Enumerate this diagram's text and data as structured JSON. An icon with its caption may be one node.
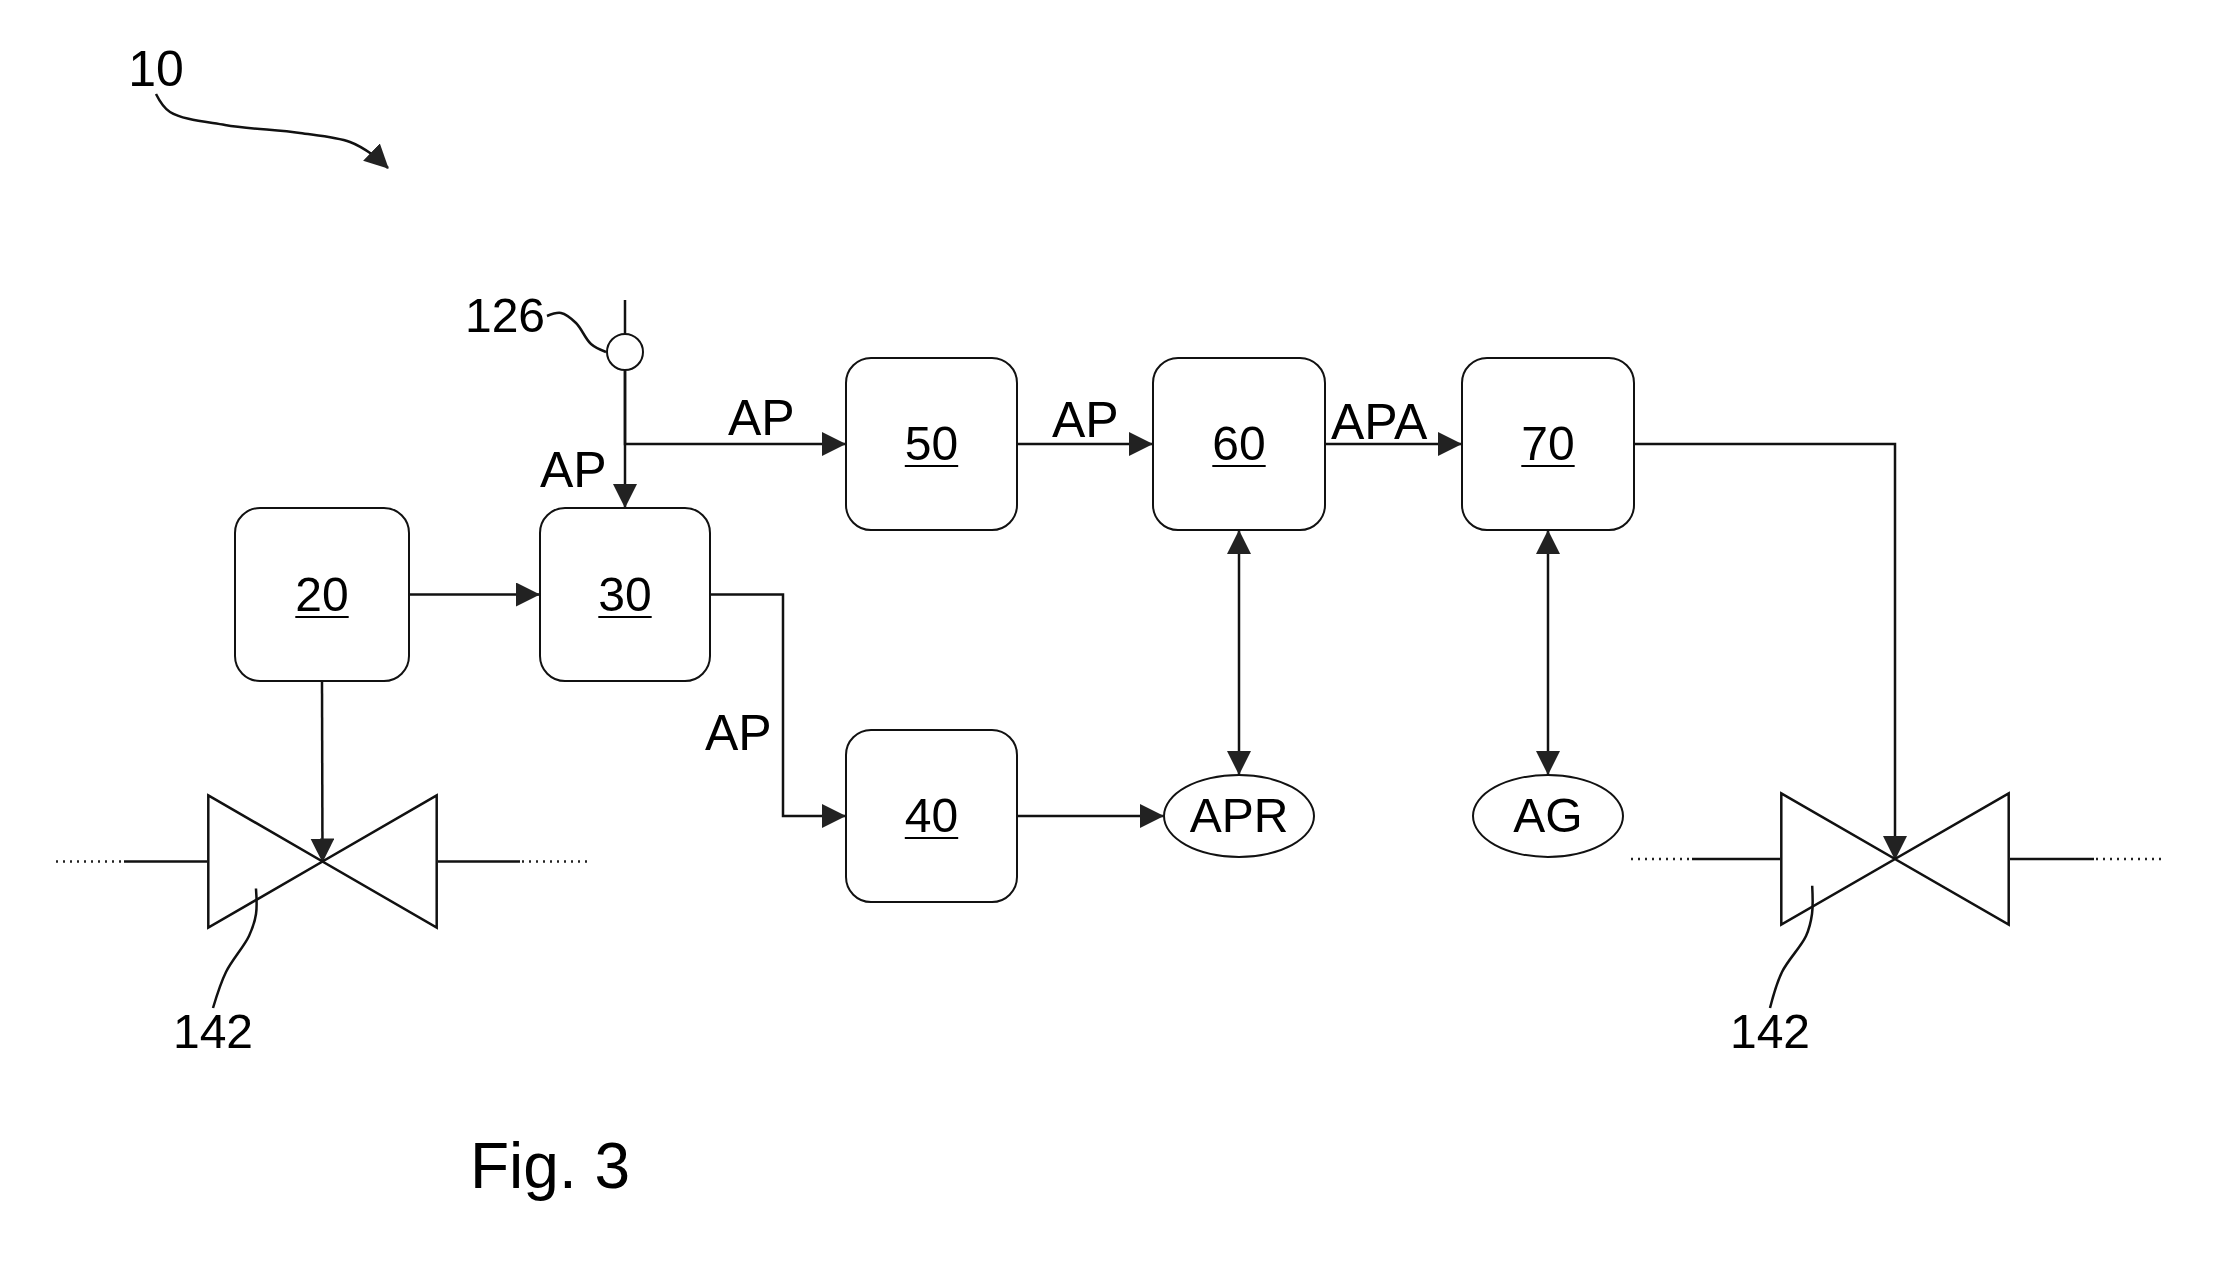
{
  "diagram": {
    "caption": "Fig. 3",
    "nodes": [
      {
        "text": [
          "10"
        ]
      },
      {
        "text": [
          "126"
        ]
      },
      {
        "text": [],
        "shape": "circle"
      },
      {
        "text": [
          "20"
        ]
      },
      {
        "text": [
          "30"
        ]
      },
      {
        "text": [
          "50"
        ]
      },
      {
        "text": [
          "60"
        ]
      },
      {
        "text": [
          "70"
        ]
      },
      {
        "text": [
          "40"
        ]
      },
      {
        "text": [
          "APR"
        ]
      },
      {
        "text": [
          "AG"
        ]
      },
      {
        "text": [],
        "shape": "valve"
      },
      {
        "text": [
          "142"
        ]
      },
      {
        "text": [],
        "shape": "valve"
      },
      {
        "text": [
          "142"
        ]
      }
    ],
    "edges": [
      {
        "from": 0,
        "to": null,
        "arrow": "to"
      },
      {
        "from": 1,
        "to": 2,
        "arrow": "none"
      },
      {
        "from": null,
        "to": 2,
        "arrow": "none"
      },
      {
        "from": 2,
        "to": 4,
        "arrow": "to",
        "label": "AP"
      },
      {
        "from": 2,
        "to": 5,
        "arrow": "to",
        "label": "AP"
      },
      {
        "from": 3,
        "to": 4,
        "arrow": "to"
      },
      {
        "from": 4,
        "to": 8,
        "arrow": "to",
        "label": "AP"
      },
      {
        "from": 5,
        "to": 6,
        "arrow": "to",
        "label": "AP"
      },
      {
        "from": 6,
        "to": 7,
        "arrow": "to",
        "label": "APA"
      },
      {
        "from": 8,
        "to": 9,
        "arrow": "to"
      },
      {
        "from": 6,
        "to": 9,
        "arrow": "both"
      },
      {
        "from": 7,
        "to": 10,
        "arrow": "both"
      },
      {
        "from": 3,
        "to": 11,
        "arrow": "to"
      },
      {
        "from": 7,
        "to": 13,
        "arrow": "to"
      },
      {
        "from": 12,
        "to": 11,
        "arrow": "none"
      },
      {
        "from": 14,
        "to": 13,
        "arrow": "none"
      }
    ]
  }
}
